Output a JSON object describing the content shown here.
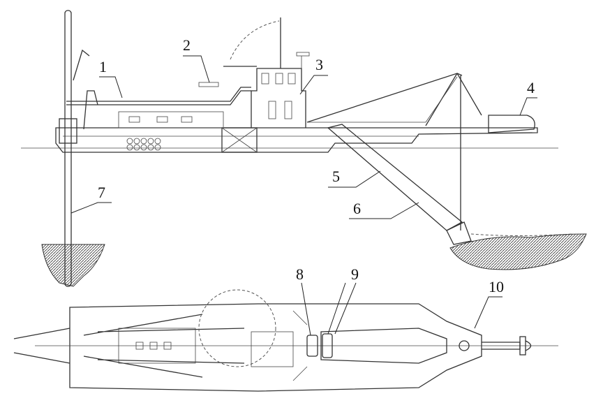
{
  "title": "Cutter suction dredger general arrangement",
  "labels": {
    "l1": "1",
    "l2": "2",
    "l3": "3",
    "l4": "4",
    "l5": "5",
    "l6": "6",
    "l7": "7",
    "l8": "8",
    "l9": "9",
    "l10": "10"
  }
}
